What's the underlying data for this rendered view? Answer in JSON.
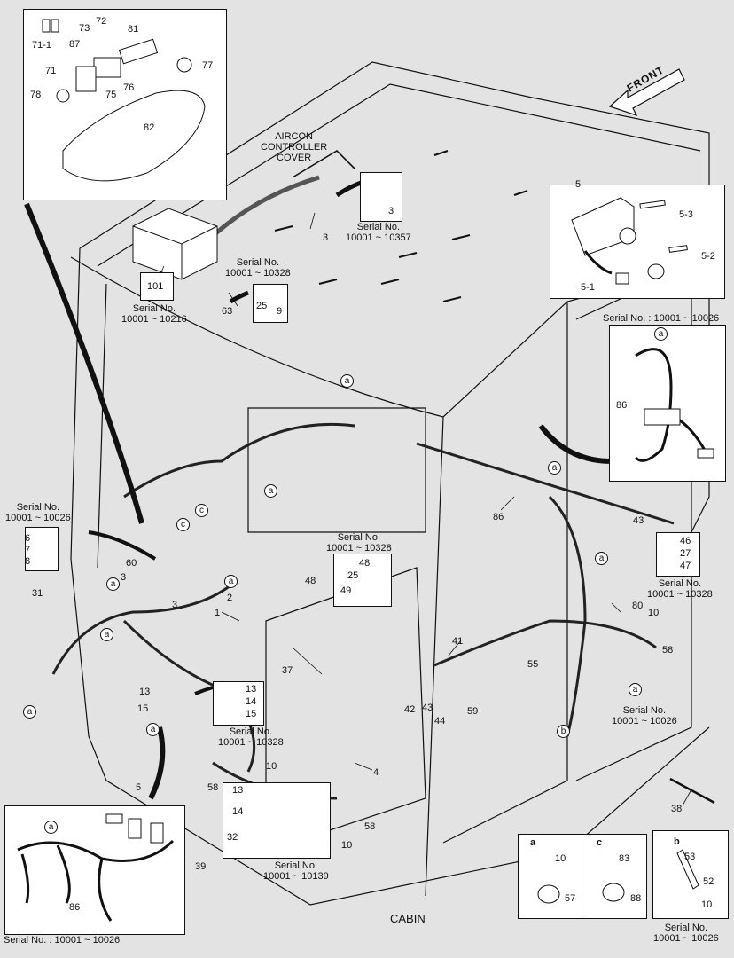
{
  "labels": {
    "p71_1": "71-1",
    "p73": "73",
    "p72": "72",
    "p81": "81",
    "p87": "87",
    "p71": "71",
    "p77": "77",
    "p76": "76",
    "p75": "75",
    "p78": "78",
    "p82": "82",
    "aircon": "AIRCON\nCONTROLLER\nCOVER",
    "p3a": "3",
    "p3b": "3",
    "sn_10357": "Serial No.\n10001 ~ 10357",
    "p101": "101",
    "sn_10216": "Serial No.\n10001 ~ 10216",
    "sn_10328_top": "Serial No.\n10001 ~ 10328",
    "p63": "63",
    "p25a": "25",
    "p9": "9",
    "front": "FRONT",
    "p5": "5",
    "p5_3": "5-3",
    "p5_2": "5-2",
    "p5_1": "5-1",
    "sn_10026_right": "Serial No. : 10001 ~ 10026",
    "p86_r": "86",
    "sn_10026_left": "Serial No.\n10001 ~ 10026",
    "p6": "6",
    "p7": "7",
    "p8": "8",
    "p60": "60",
    "p31": "31",
    "p3c": "3",
    "p3d": "3",
    "p2": "2",
    "p1": "1",
    "sn_10328_mid": "Serial No.\n10001 ~ 10328",
    "p48a": "48",
    "p25b": "25",
    "p49": "49",
    "p48b": "48",
    "p37": "37",
    "p86_m": "86",
    "p43a": "43",
    "p46": "46",
    "p27": "27",
    "p47": "47",
    "sn_10328_r": "Serial No.\n10001 ~ 10328",
    "p80": "80",
    "p10a": "10",
    "p58a": "58",
    "p41": "41",
    "p55": "55",
    "sn_10026_r2": "Serial No.\n10001 ~ 10026",
    "p13a": "13",
    "p15a": "15",
    "p13b": "13",
    "p14a": "14",
    "p15b": "15",
    "sn_10328_b": "Serial No.\n10001 ~ 10328",
    "p42": "42",
    "p43b": "43",
    "p44": "44",
    "p59": "59",
    "p5b": "5",
    "p10b": "10",
    "p58b": "58",
    "p4": "4",
    "p13c": "13",
    "p14b": "14",
    "p32": "32",
    "p10c": "10",
    "p58c": "58",
    "p39": "39",
    "sn_10139": "Serial No.\n10001 ~ 10139",
    "p86_b": "86",
    "sn_10026_b": "Serial No. : 10001 ~ 10026",
    "cabin": "CABIN",
    "p38": "38",
    "la": "a",
    "lc": "c",
    "lb": "b",
    "p10d": "10",
    "p57": "57",
    "p83": "83",
    "p88": "88",
    "p53": "53",
    "p52": "52",
    "p10e": "10",
    "sn_10026_br": "Serial No.\n10001 ~ 10026"
  },
  "callouts": {
    "a": "a",
    "b": "b",
    "c": "c"
  }
}
